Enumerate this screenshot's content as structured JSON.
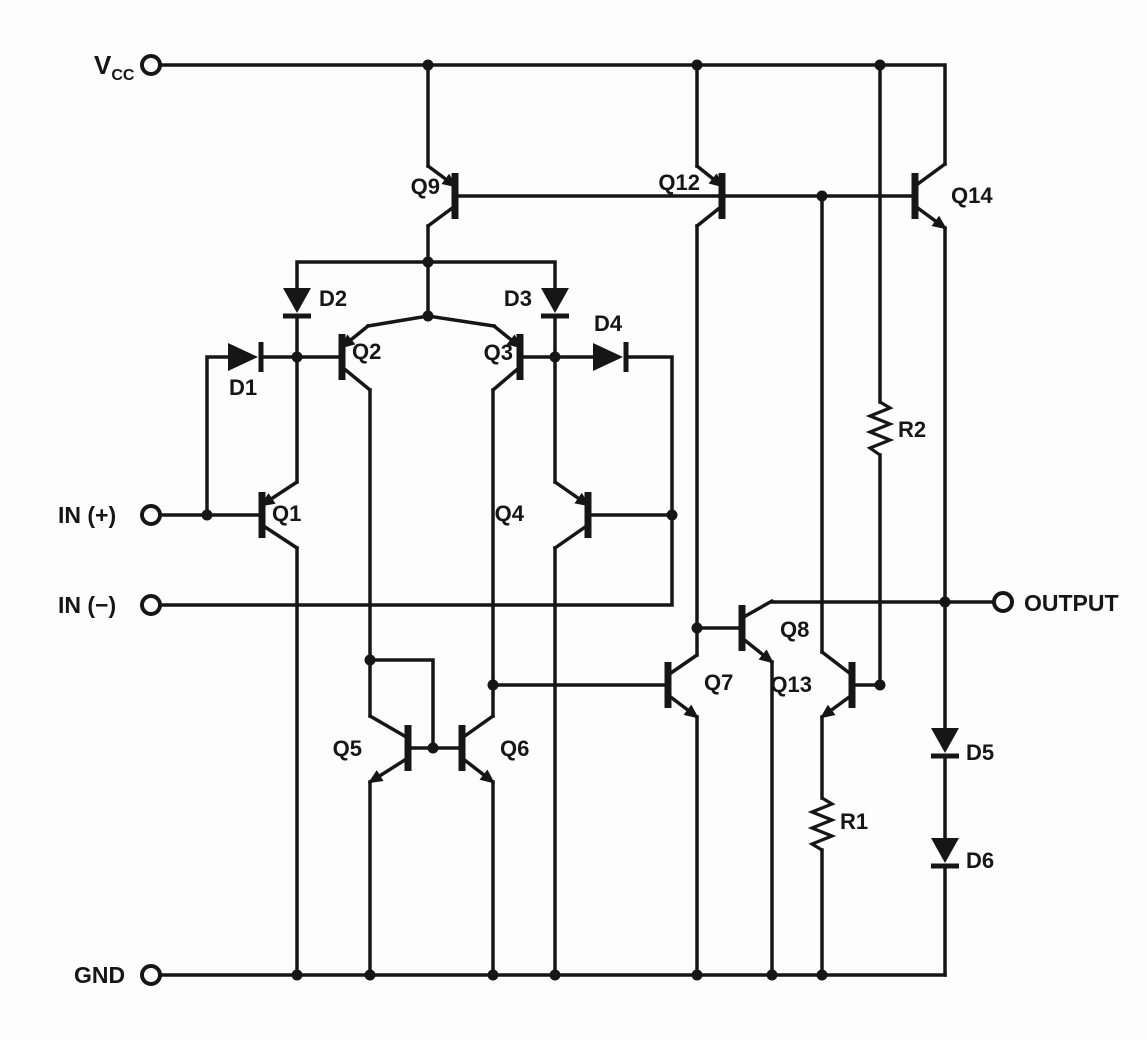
{
  "schematic": {
    "description": "Operational amplifier equivalent circuit schematic",
    "terminals": {
      "vcc": {
        "label": "V",
        "sub": "CC"
      },
      "in_plus": "IN (+)",
      "in_minus": "IN (−)",
      "gnd": "GND",
      "output": "OUTPUT"
    },
    "transistors": {
      "q1": "Q1",
      "q2": "Q2",
      "q3": "Q3",
      "q4": "Q4",
      "q5": "Q5",
      "q6": "Q6",
      "q7": "Q7",
      "q8": "Q8",
      "q9": "Q9",
      "q12": "Q12",
      "q13": "Q13",
      "q14": "Q14"
    },
    "diodes": {
      "d1": "D1",
      "d2": "D2",
      "d3": "D3",
      "d4": "D4",
      "d5": "D5",
      "d6": "D6"
    },
    "resistors": {
      "r1": "R1",
      "r2": "R2"
    },
    "colors": {
      "ink": "#161616",
      "paper": "#fdfdfd"
    }
  }
}
